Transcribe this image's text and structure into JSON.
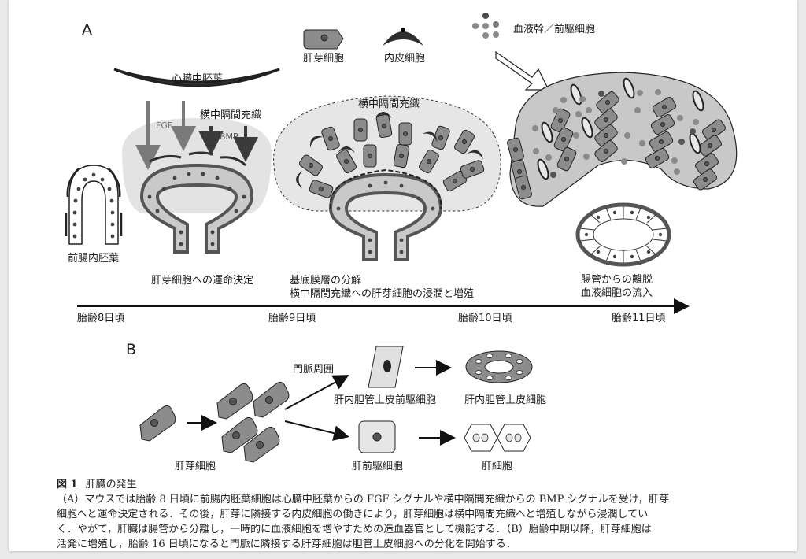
{
  "panel_a": {
    "label": "A",
    "legend": {
      "hepatoblast": "肝芽細胞",
      "endothelial": "内皮細胞",
      "hematopoietic": "血液幹／前駆細胞"
    },
    "labels": {
      "cardiac_mesoderm": "心臓中胚葉",
      "septum_transversum_1": "横中隔間充織",
      "septum_transversum_2": "横中隔間充織",
      "fgf": "FGF",
      "bmp": "BMP",
      "foregut_endoderm": "前腸内胚葉",
      "stage2_desc": "肝芽細胞への運命決定",
      "stage3_desc_1": "基底膜層の分解",
      "stage3_desc_2": "横中隔間充織への肝芽細胞の浸潤と増殖",
      "stage4_desc_1": "腸管からの離脱",
      "stage4_desc_2": "血液細胞の流入"
    },
    "timeline": [
      "胎齢8日頃",
      "胎齢9日頃",
      "胎齢10日頃",
      "胎齢11日頃"
    ]
  },
  "panel_b": {
    "label": "B",
    "portal_label": "門脈周囲",
    "hepatoblast": "肝芽細胞",
    "bile_duct_progenitor": "肝内胆管上皮前駆細胞",
    "bile_duct_cell": "肝内胆管上皮細胞",
    "hepatic_progenitor": "肝前駆細胞",
    "hepatocyte": "肝細胞"
  },
  "caption": {
    "fig_no": "図 1",
    "title": "肝臓の発生",
    "lines": [
      "（A）マウスでは胎齢 8 日頃に前腸内胚葉細胞は心臓中胚葉からの FGF シグナルや横中隔間充織からの BMP シグナルを受け，肝芽",
      "細胞へと運命決定される．その後，肝芽に隣接する内皮細胞の働きにより，肝芽細胞は横中隔間充織へと増殖しながら浸潤してい",
      "く．やがて，肝臓は腸管から分離し，一時的に血液細胞を増やすための造血器官として機能する．（B）胎齢中期以降，肝芽細胞は",
      "活発に増殖し，胎齢 16 日頃になると門脈に隣接する肝芽細胞は胆管上皮細胞への分化を開始する．"
    ]
  },
  "colors": {
    "cell_fill": "#8c8c8c",
    "mesenchyme": "#e3e3e3",
    "liver_fill": "#c8c8c8",
    "dark": "#333333"
  }
}
